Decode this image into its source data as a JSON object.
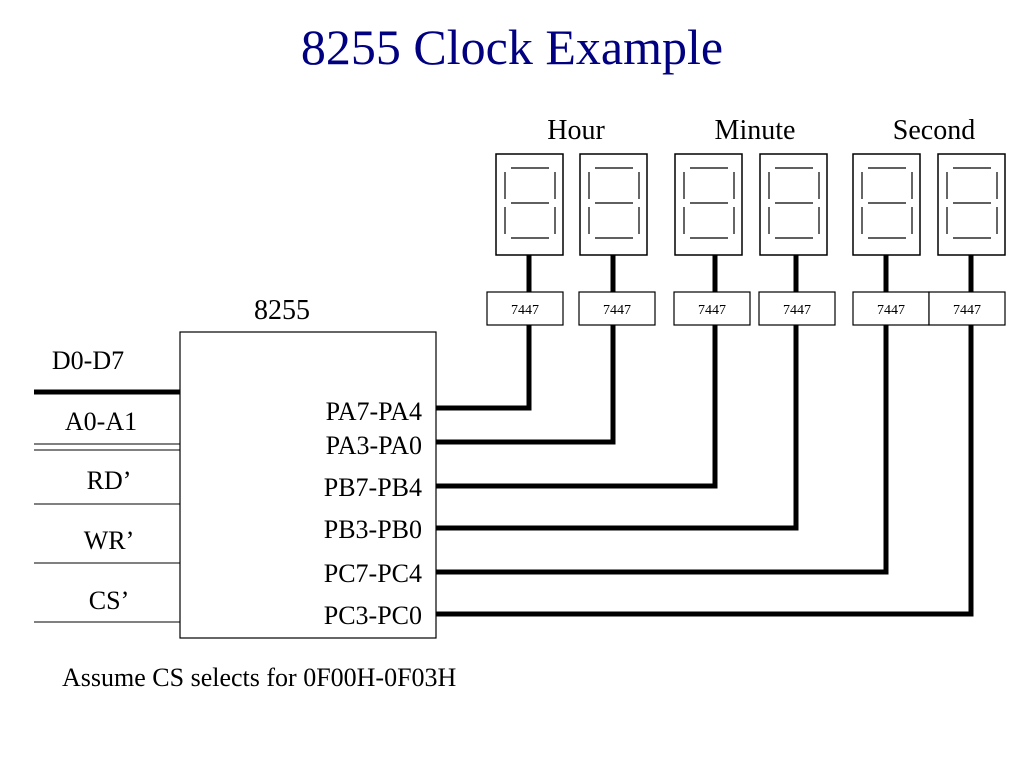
{
  "slide": {
    "title": "8255 Clock Example",
    "note": "Assume CS selects for 0F00H-0F03H"
  },
  "colors": {
    "title": "#000080",
    "ink": "#000000",
    "background": "#ffffff"
  },
  "displays": {
    "group_labels": [
      "Hour",
      "Minute",
      "Second"
    ],
    "digit_count": 6
  },
  "decoders": [
    "7447",
    "7447",
    "7447",
    "7447",
    "7447",
    "7447"
  ],
  "chip": {
    "title": "8255",
    "ports": [
      "PA7-PA4",
      "PA3-PA0",
      "PB7-PB4",
      "PB3-PB0",
      "PC7-PC4",
      "PC3-PC0"
    ]
  },
  "bus_signals": [
    "D0-D7",
    "A0-A1",
    "RD’",
    "WR’",
    "CS’"
  ]
}
